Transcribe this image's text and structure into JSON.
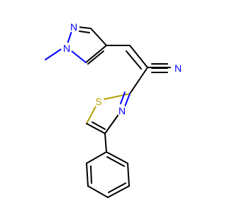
{
  "molecule": {
    "atoms": [
      {
        "id": "n1",
        "label": "N",
        "color": "#0000ff"
      },
      {
        "id": "n2",
        "label": "N",
        "color": "#0000ff"
      },
      {
        "id": "n3",
        "label": "N",
        "color": "#0000ff"
      },
      {
        "id": "s1",
        "label": "S",
        "color": "#b5a000"
      },
      {
        "id": "n4",
        "label": "N",
        "color": "#0000ff"
      }
    ]
  },
  "colors": {
    "bond": "#000000",
    "nitrogen": "#0000ff",
    "sulfur": "#b5a000",
    "background": "#ffffff"
  }
}
